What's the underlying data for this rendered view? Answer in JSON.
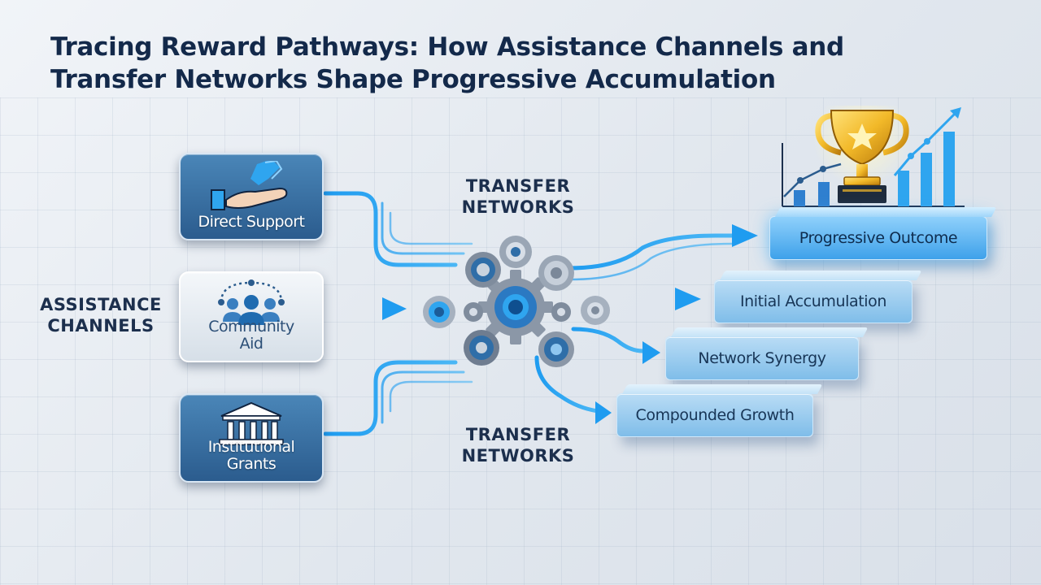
{
  "title": {
    "line1": "Tracing Reward Pathways: How Assistance Channels and",
    "line2": "Transfer Networks Shape Progressive Accumulation"
  },
  "assistance_channels": {
    "label_line1": "ASSISTANCE",
    "label_line2": "CHANNELS",
    "cards": [
      {
        "line1": "Direct Support",
        "line2": "",
        "icon": "hand-giving-icon"
      },
      {
        "line1": "Community",
        "line2": "Aid",
        "icon": "community-people-icon"
      },
      {
        "line1": "Institutional",
        "line2": "Grants",
        "icon": "institution-building-icon"
      }
    ]
  },
  "transfer_networks": {
    "top_line1": "TRANSFER",
    "top_line2": "NETWORKS",
    "bottom_line1": "TRANSFER",
    "bottom_line2": "NETWORKS",
    "hub_icon": "gears-cluster-icon"
  },
  "stages": [
    {
      "label": "Compounded Growth"
    },
    {
      "label": "Network Synergy"
    },
    {
      "label": "Initial Accumulation"
    },
    {
      "label": "Progressive Outcome"
    }
  ],
  "outcome_icon": "trophy-icon",
  "colors": {
    "title": "#13294a",
    "accent": "#2fa5ef",
    "card_dark": "#2b5c8e",
    "step": "#7fbde9",
    "gold": "#f2b929"
  }
}
